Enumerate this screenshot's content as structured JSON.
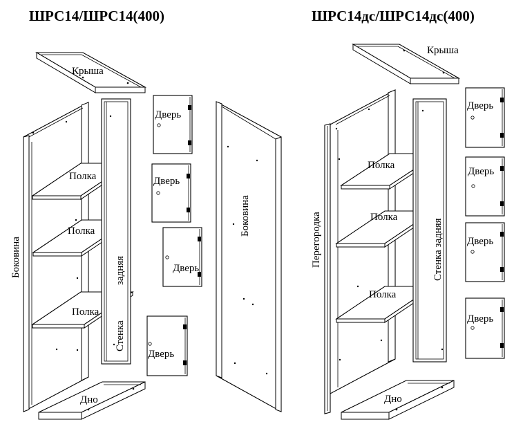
{
  "left": {
    "title": "ШРС14/ШРС14(400)",
    "labels": {
      "roof": "Крыша",
      "side_left": "Боковина",
      "side_right": "Боковина",
      "back_top": "задняя",
      "back_bottom": "Стенка",
      "shelf_1": "Полка",
      "shelf_2": "Полка",
      "shelf_3": "Полка",
      "door_1": "Дверь",
      "door_2": "Дверь",
      "door_3": "Дверь",
      "door_4": "Дверь",
      "bottom": "Дно"
    }
  },
  "right": {
    "title": "ШРС14дс/ШРС14дс(400)",
    "labels": {
      "roof": "Крыша",
      "partition": "Перегородка",
      "back": "Стенка задняя",
      "shelf_1": "Полка",
      "shelf_2": "Полка",
      "shelf_3": "Полка",
      "door_1": "Дверь",
      "door_2": "Дверь",
      "door_3": "Дверь",
      "door_4": "Дверь",
      "bottom": "Дно"
    }
  }
}
